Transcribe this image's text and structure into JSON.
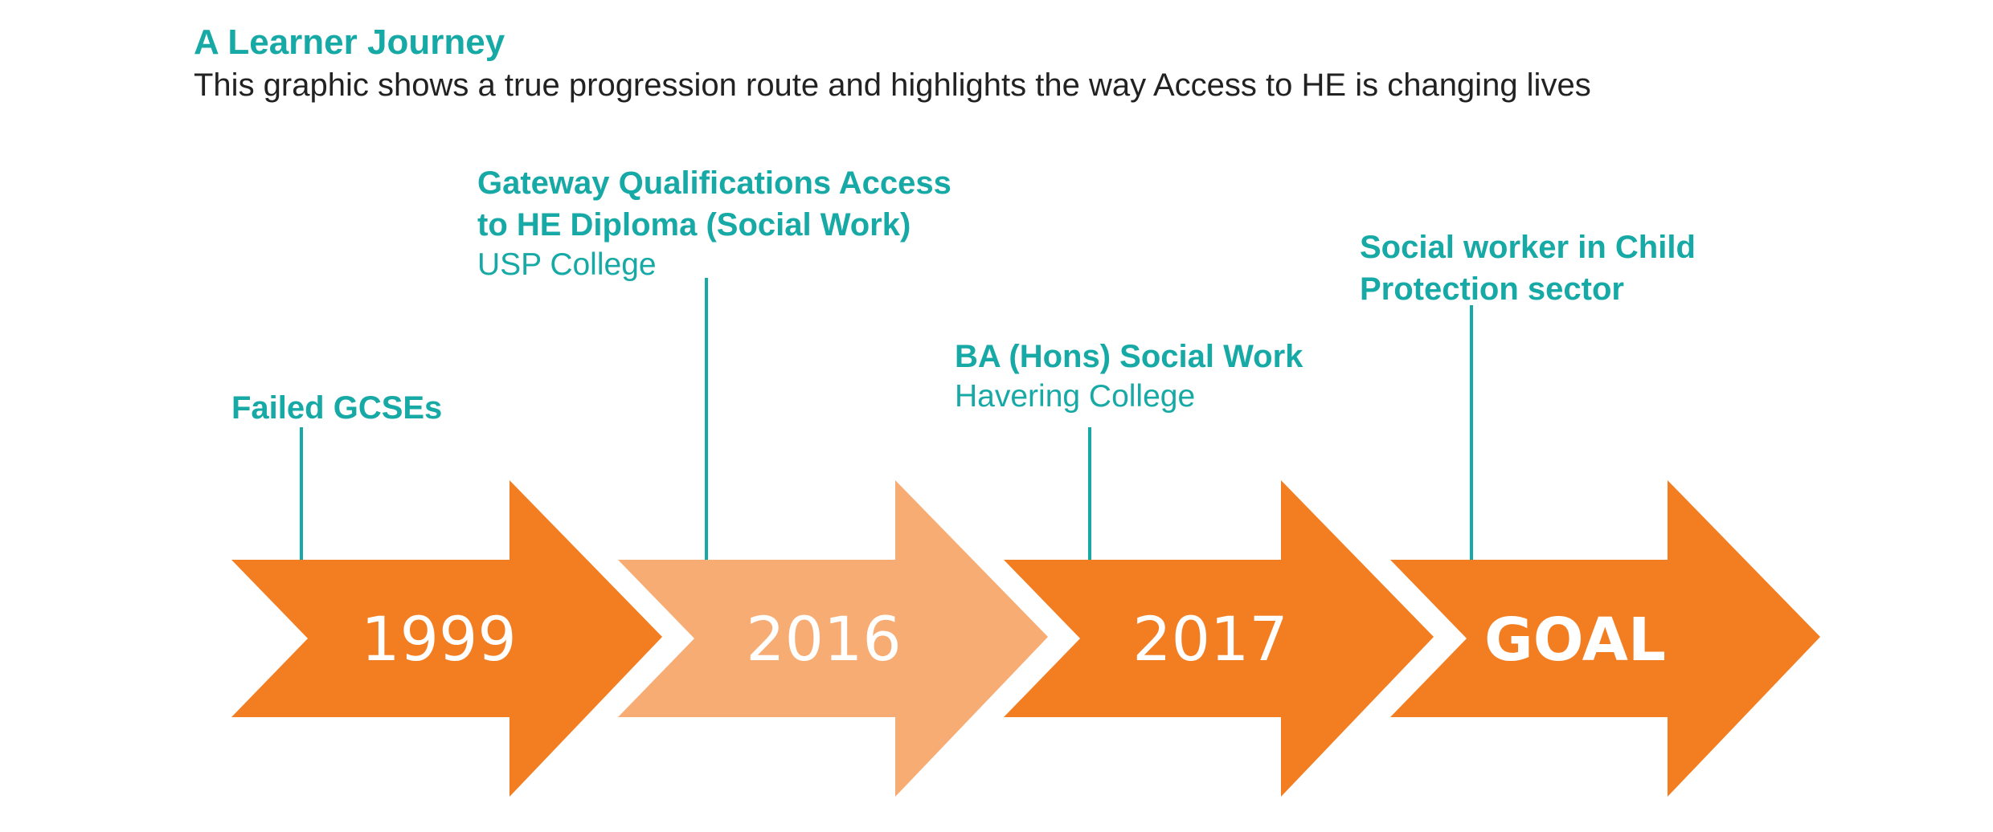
{
  "header": {
    "title": "A Learner Journey",
    "subtitle": "This graphic shows a true progression route and highlights the way Access to HE is changing lives"
  },
  "colors": {
    "accent": "#17a9a5",
    "arrow_dark": "#f37e22",
    "arrow_light": "#f7ac73",
    "subtitle_text": "#222222"
  },
  "steps": [
    {
      "label": "1999",
      "color": "#f37e22",
      "event": {
        "title": "Failed GCSEs",
        "title_line2": "",
        "detail": ""
      }
    },
    {
      "label": "2016",
      "color": "#f7ac73",
      "event": {
        "title": "Gateway Qualifications Access",
        "title_line2": "to HE Diploma (Social Work)",
        "detail": "USP College"
      }
    },
    {
      "label": "2017",
      "color": "#f37e22",
      "event": {
        "title": "BA (Hons) Social Work",
        "title_line2": "",
        "detail": "Havering College"
      }
    },
    {
      "label": "GOAL",
      "color": "#f37e22",
      "event": {
        "title": "Social worker in Child",
        "title_line2": "Protection sector",
        "detail": ""
      }
    }
  ]
}
